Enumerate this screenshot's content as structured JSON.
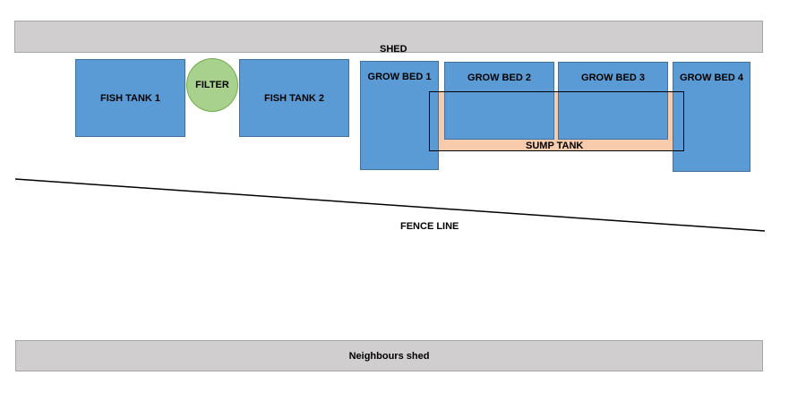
{
  "shed": {
    "label": "SHED"
  },
  "fish_tank_1": {
    "label": "FISH TANK 1"
  },
  "filter": {
    "label": "FILTER"
  },
  "fish_tank_2": {
    "label": "FISH TANK 2"
  },
  "grow_bed_1": {
    "label": "GROW BED 1"
  },
  "grow_bed_2": {
    "label": "GROW BED 2"
  },
  "grow_bed_3": {
    "label": "GROW BED 3"
  },
  "grow_bed_4": {
    "label": "GROW BED 4"
  },
  "sump_tank": {
    "label": "SUMP TANK"
  },
  "fence": {
    "label": "FENCE LINE"
  },
  "neighbours_shed": {
    "label": "Neighbours shed"
  },
  "colors": {
    "shed": "#d0cece",
    "tank": "#5b9bd5",
    "filter": "#a9d18e",
    "sump": "#f8cbad"
  }
}
